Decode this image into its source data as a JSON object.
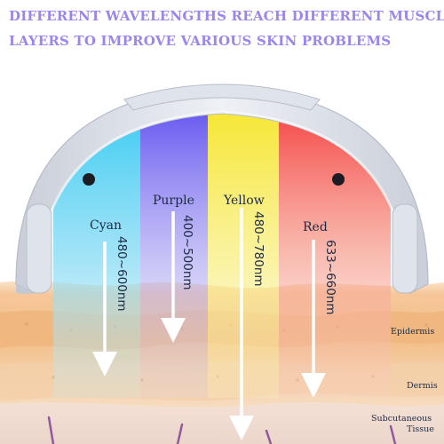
{
  "headline": {
    "line1": "DIFFERENT WAVELENGTHS REACH DIFFERENT MUSCLE",
    "line2": "LAYERS TO IMPROVE VARIOUS SKIN PROBLEMS"
  },
  "bands": [
    {
      "name": "Cyan",
      "wavelength": "480~600nm",
      "color": "#2ec8f2"
    },
    {
      "name": "Purple",
      "wavelength": "400~500nm",
      "color": "#6a5cf0"
    },
    {
      "name": "Yellow",
      "wavelength": "480~780nm",
      "color": "#f4e640"
    },
    {
      "name": "Red",
      "wavelength": "633~660nm",
      "color": "#f25a5a"
    }
  ],
  "skin_layers": {
    "epidermis": "Epidermis",
    "dermis": "Dermis",
    "subcutaneous_line1": "Subcutaneous",
    "subcutaneous_line2": "Tissue"
  },
  "colors": {
    "headline": "#9b86ef",
    "device_shell": "#e2e6ee"
  }
}
